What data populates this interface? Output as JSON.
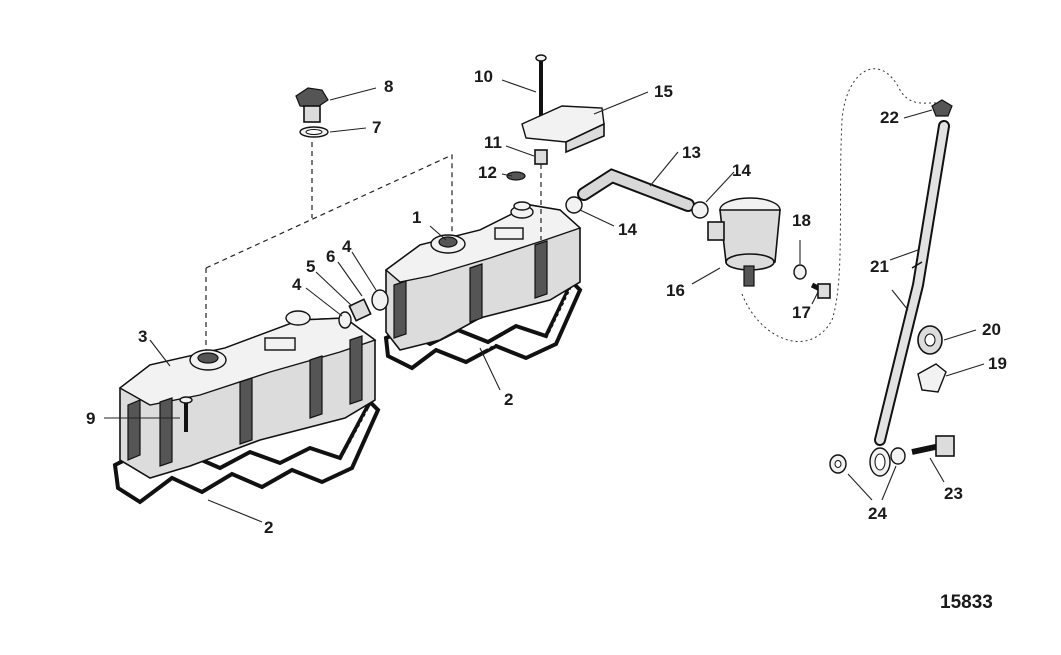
{
  "figure_id": "15833",
  "callouts": [
    {
      "id": "c1",
      "label": "1"
    },
    {
      "id": "c2a",
      "label": "2"
    },
    {
      "id": "c2b",
      "label": "2"
    },
    {
      "id": "c3",
      "label": "3"
    },
    {
      "id": "c4a",
      "label": "4"
    },
    {
      "id": "c4b",
      "label": "4"
    },
    {
      "id": "c5",
      "label": "5"
    },
    {
      "id": "c6",
      "label": "6"
    },
    {
      "id": "c7",
      "label": "7"
    },
    {
      "id": "c8",
      "label": "8"
    },
    {
      "id": "c9",
      "label": "9"
    },
    {
      "id": "c10",
      "label": "10"
    },
    {
      "id": "c11",
      "label": "11"
    },
    {
      "id": "c12",
      "label": "12"
    },
    {
      "id": "c13",
      "label": "13"
    },
    {
      "id": "c14a",
      "label": "14"
    },
    {
      "id": "c14b",
      "label": "14"
    },
    {
      "id": "c15",
      "label": "15"
    },
    {
      "id": "c16",
      "label": "16"
    },
    {
      "id": "c17",
      "label": "17"
    },
    {
      "id": "c18",
      "label": "18"
    },
    {
      "id": "c19",
      "label": "19"
    },
    {
      "id": "c20",
      "label": "20"
    },
    {
      "id": "c21",
      "label": "21"
    },
    {
      "id": "c22",
      "label": "22"
    },
    {
      "id": "c23",
      "label": "23"
    },
    {
      "id": "c24",
      "label": "24"
    }
  ]
}
